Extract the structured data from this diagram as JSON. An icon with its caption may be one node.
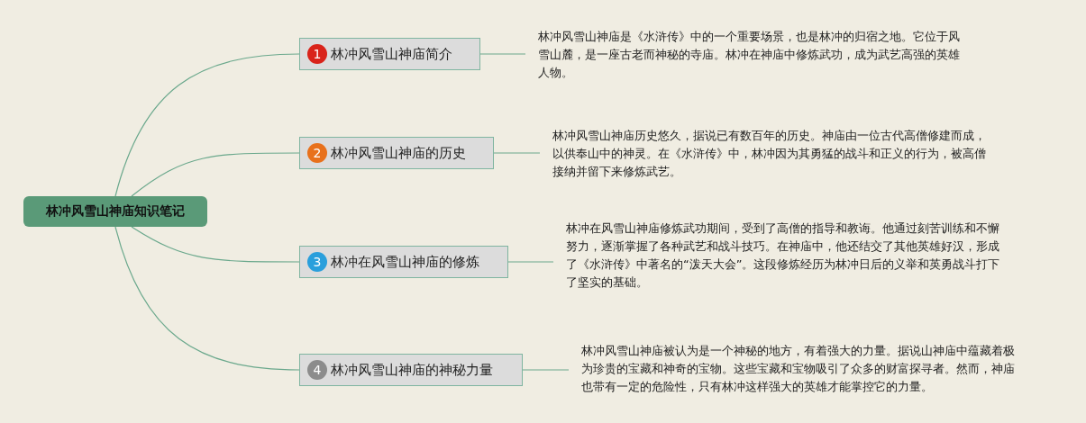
{
  "diagram": {
    "nodes": [
      {
        "text": [
          "林冲风雪山神庙知识笔记"
        ]
      },
      {
        "text": [
          "1",
          "林冲风雪山神庙简介"
        ]
      },
      {
        "text": [
          "2",
          "林冲风雪山神庙的历史"
        ]
      },
      {
        "text": [
          "3",
          "林冲在风雪山神庙的修炼"
        ]
      },
      {
        "text": [
          "4",
          "林冲风雪山神庙的神秘力量"
        ]
      },
      {
        "text": [
          "林冲风雪山神庙是《水浒传》中的一个重要场景，也是林冲的归宿之地。它位于风雪山麓，是一座古老而神秘的寺庙。林冲在神庙中修炼武功，成为武艺高强的英雄人物。"
        ]
      },
      {
        "text": [
          "林冲风雪山神庙历史悠久，据说已有数百年的历史。神庙由一位古代高僧修建而成，以供奉山中的神灵。在《水浒传》中，林冲因为其勇猛的战斗和正义的行为，被高僧接纳并留下来修炼武艺。"
        ]
      },
      {
        "text": [
          "林冲在风雪山神庙修炼武功期间，受到了高僧的指导和教诲。他通过刻苦训练和不懈努力，逐渐掌握了各种武艺和战斗技巧。在神庙中，他还结交了其他英雄好汉，形成了《水浒传》中著名的“泼天大会”。这段修炼经历为林冲日后的义举和英勇战斗打下了坚实的基础。"
        ]
      },
      {
        "text": [
          "林冲风雪山神庙被认为是一个神秘的地方，有着强大的力量。据说山神庙中蕴藏着极为珍贵的宝藏和神奇的宝物。这些宝藏和宝物吸引了众多的财富探寻者。然而，神庙也带有一定的危险性，只有林冲这样强大的英雄才能掌控它的力量。"
        ]
      }
    ],
    "edges": [
      {
        "from": 0,
        "to": 1,
        "arrow": "none"
      },
      {
        "from": 0,
        "to": 2,
        "arrow": "none"
      },
      {
        "from": 0,
        "to": 3,
        "arrow": "none"
      },
      {
        "from": 0,
        "to": 4,
        "arrow": "none"
      },
      {
        "from": 1,
        "to": 5,
        "arrow": "none"
      },
      {
        "from": 2,
        "to": 6,
        "arrow": "none"
      },
      {
        "from": 3,
        "to": 7,
        "arrow": "none"
      },
      {
        "from": 4,
        "to": 8,
        "arrow": "none"
      }
    ]
  }
}
